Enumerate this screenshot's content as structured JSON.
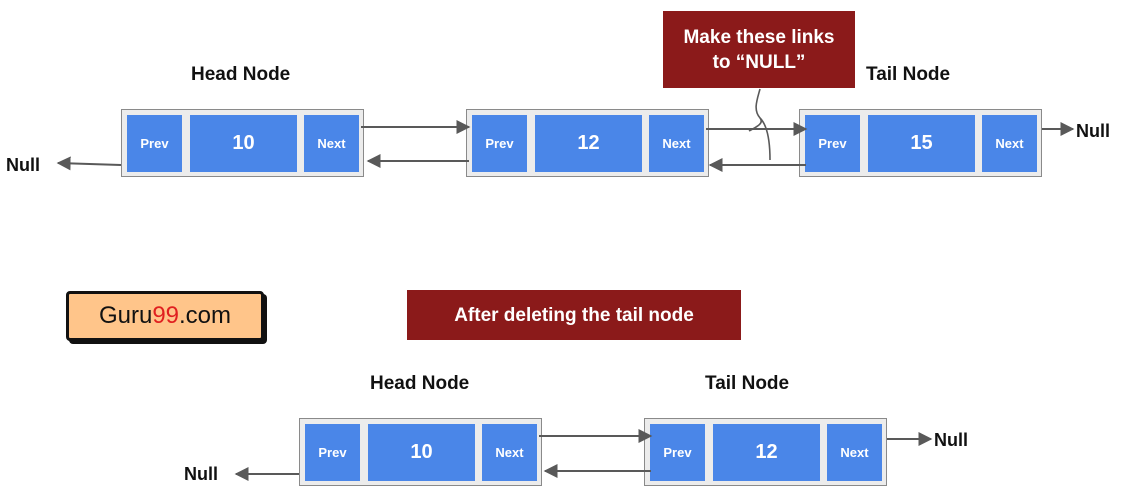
{
  "before": {
    "head_label": "Head Node",
    "tail_label": "Tail Node",
    "callout": "Make these links to “NULL”",
    "nodes": [
      {
        "prev": "Prev",
        "value": "10",
        "next": "Next"
      },
      {
        "prev": "Prev",
        "value": "12",
        "next": "Next"
      },
      {
        "prev": "Prev",
        "value": "15",
        "next": "Next"
      }
    ],
    "null_left": "Null",
    "null_right": "Null"
  },
  "logo": {
    "part1": "Guru",
    "part2": "99",
    "part3": ".com",
    "accent_color": "#e02020"
  },
  "after": {
    "title": "After deleting the tail node",
    "head_label": "Head Node",
    "tail_label": "Tail Node",
    "nodes": [
      {
        "prev": "Prev",
        "value": "10",
        "next": "Next"
      },
      {
        "prev": "Prev",
        "value": "12",
        "next": "Next"
      }
    ],
    "null_left": "Null",
    "null_right": "Null"
  },
  "colors": {
    "cell": "#4a86e8",
    "callout": "#8b1a1a",
    "logo_bg": "#ffc58a"
  }
}
